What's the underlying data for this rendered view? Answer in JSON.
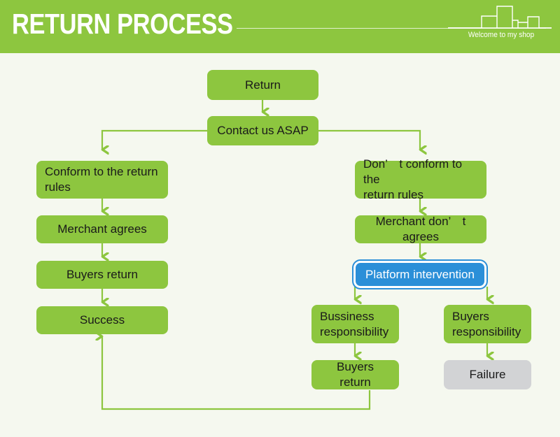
{
  "header": {
    "title": "RETURN PROCESS",
    "tagline": "Welcome to my shop",
    "brand_color": "#8dc63f",
    "text_color": "#ffffff",
    "skyline_icon": "city-skyline-icon"
  },
  "canvas": {
    "background_color": "#f5f8ef",
    "node_color": "#8dc63f",
    "node_text_color": "#1a1a1a",
    "highlight_color": "#2b8fd8",
    "highlight_text_color": "#ffffff",
    "terminal_color": "#d2d3d5",
    "connector_color": "#8dc63f"
  },
  "flow": {
    "nodes": [
      {
        "id": "return",
        "label": "Return"
      },
      {
        "id": "contact-us-asap",
        "label": "Contact us ASAP"
      },
      {
        "id": "conform-rules",
        "label": "Conform to the return\nrules"
      },
      {
        "id": "merchant-agrees",
        "label": "Merchant agrees"
      },
      {
        "id": "buyers-return-left",
        "label": "Buyers return"
      },
      {
        "id": "success",
        "label": "Success"
      },
      {
        "id": "not-conform-rules",
        "label": "Don’　t conform to the\nreturn rules"
      },
      {
        "id": "merchant-not-agrees",
        "label": "Merchant don’　t agrees"
      },
      {
        "id": "platform-intervention",
        "label": "Platform intervention"
      },
      {
        "id": "business-responsibility",
        "label": "Bussiness\nresponsibility"
      },
      {
        "id": "buyers-responsibility",
        "label": "Buyers\nresponsibility"
      },
      {
        "id": "buyers-return-right",
        "label": "Buyers return"
      },
      {
        "id": "failure",
        "label": "Failure"
      }
    ]
  }
}
